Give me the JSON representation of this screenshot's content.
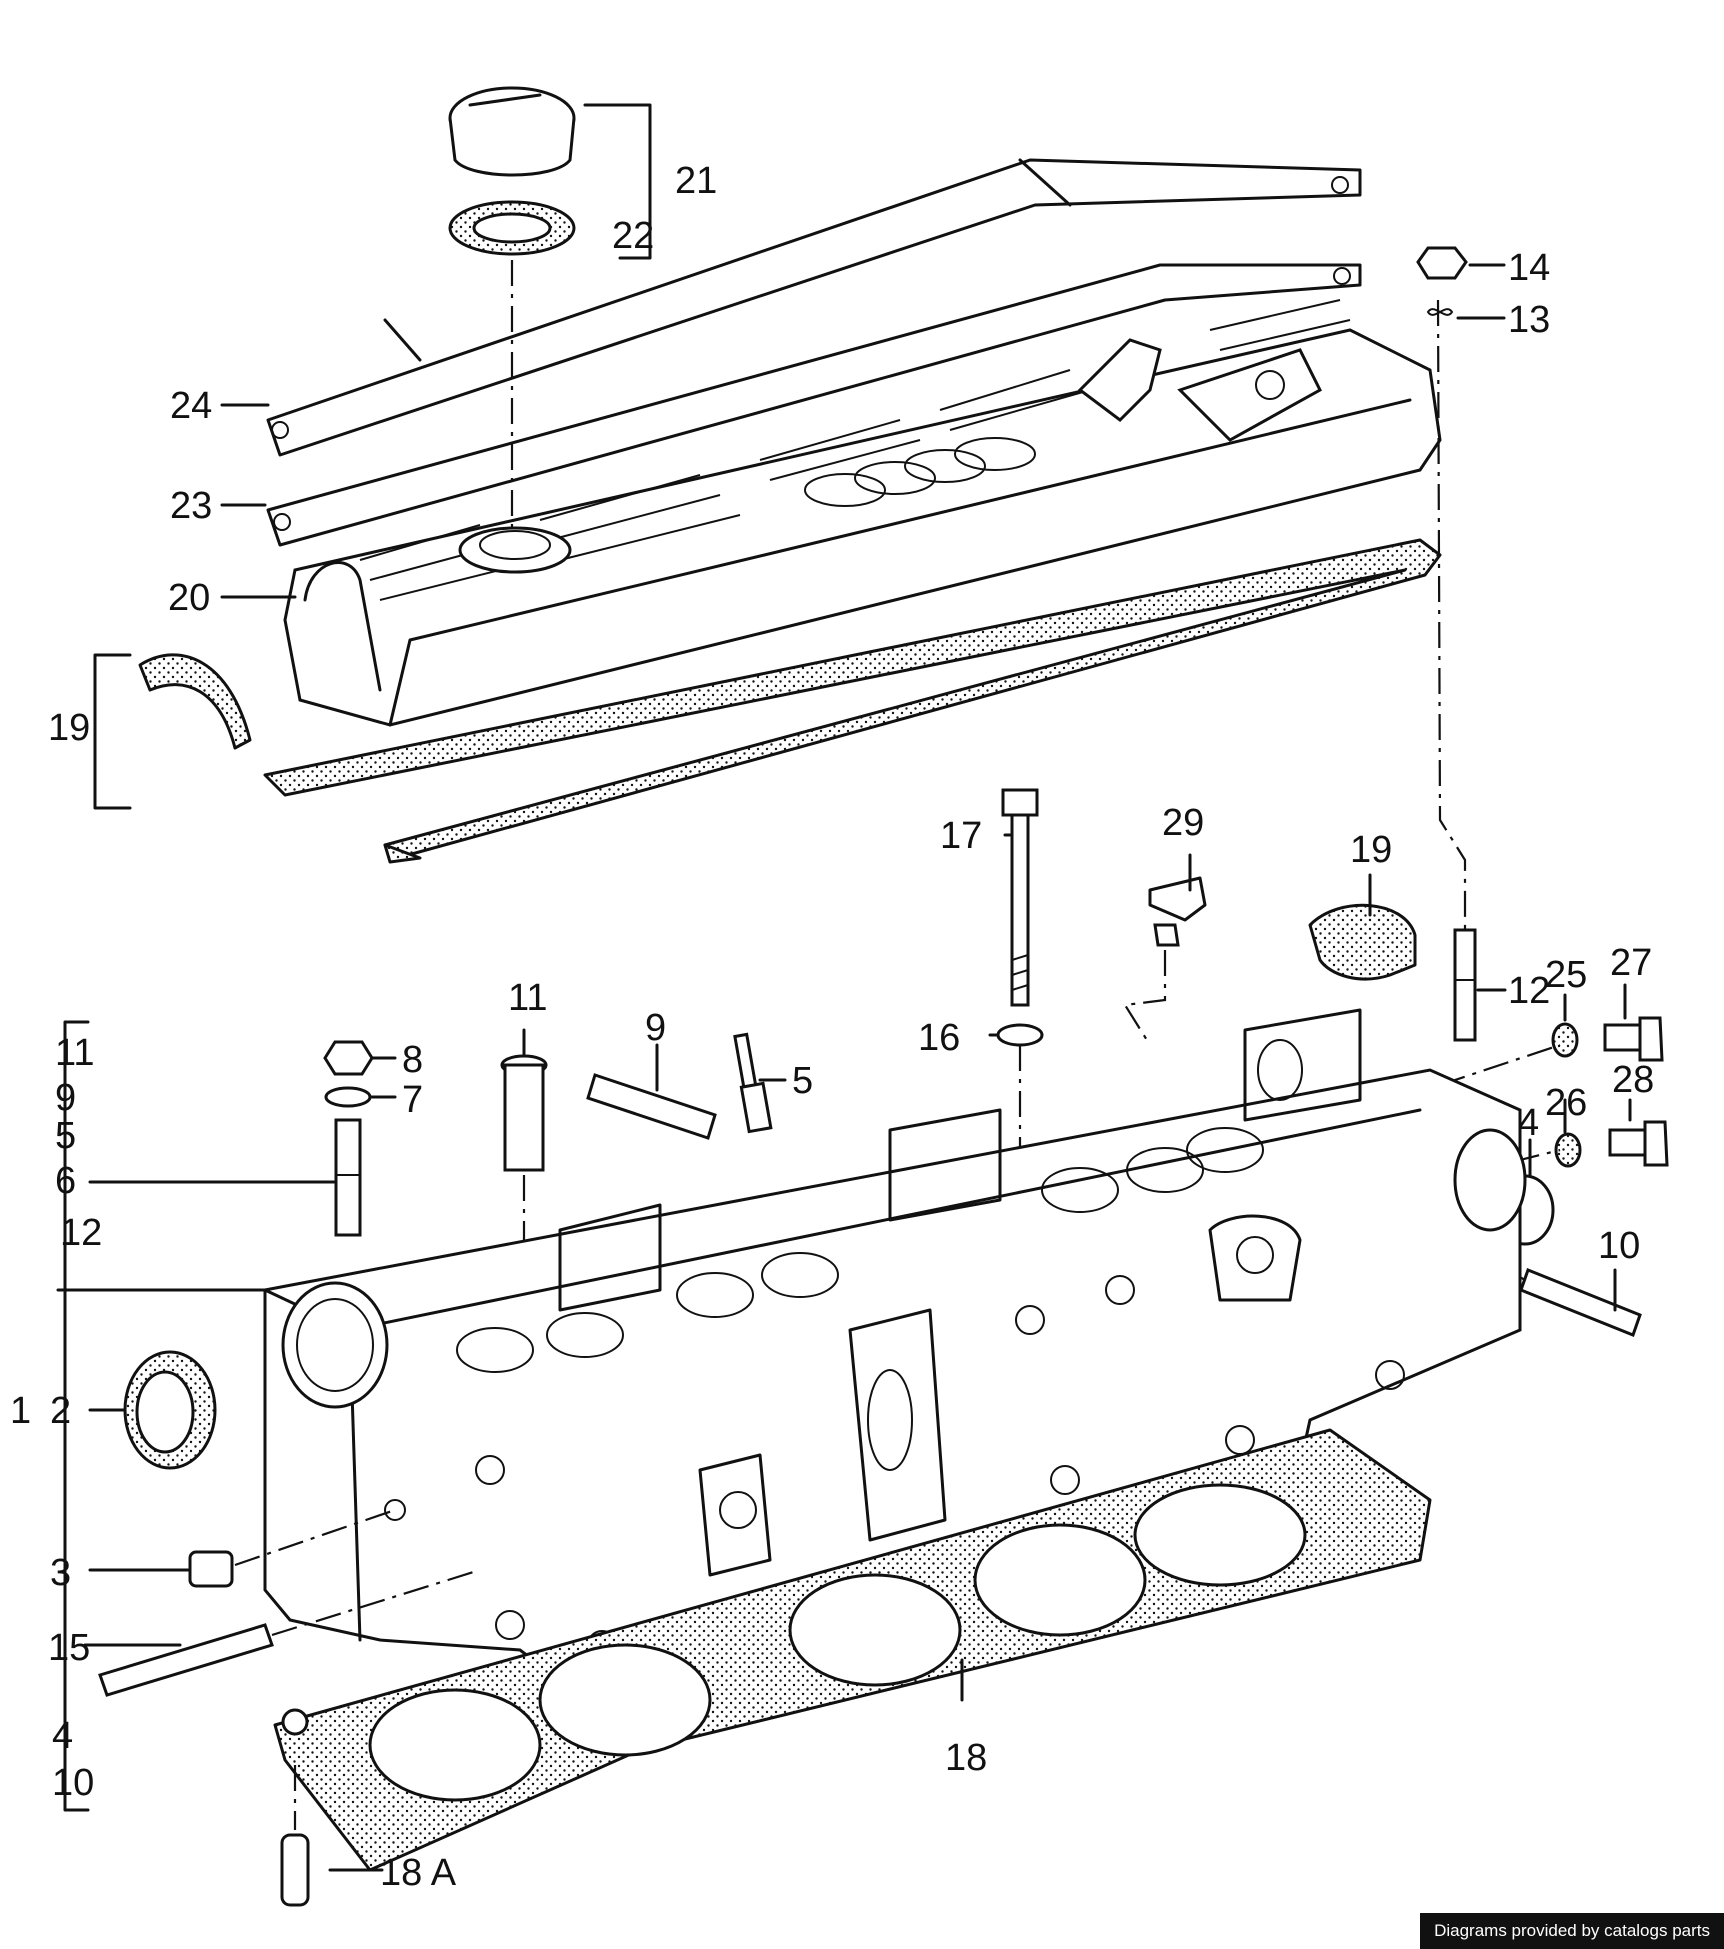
{
  "diagram": {
    "callouts": {
      "c1": "1",
      "c2": "2",
      "c3": "3",
      "c4": "4",
      "c5": "5",
      "c6": "6",
      "c7": "7",
      "c8": "8",
      "c9": "9",
      "c10": "10",
      "c11": "11",
      "c12": "12",
      "c13": "13",
      "c14": "14",
      "c15": "15",
      "c16": "16",
      "c17": "17",
      "c18": "18",
      "c18a": "18 A",
      "c19a": "19",
      "c19b": "19",
      "c20": "20",
      "c21": "21",
      "c22": "22",
      "c23": "23",
      "c24": "24",
      "c25": "25",
      "c26": "26",
      "c27": "27",
      "c28": "28",
      "c29": "29",
      "c9b": "9"
    },
    "group1_list": [
      "11",
      "9",
      "5",
      "6",
      "12",
      "4",
      "10"
    ]
  },
  "footer": {
    "credit": "Diagrams provided by catalogs parts"
  }
}
